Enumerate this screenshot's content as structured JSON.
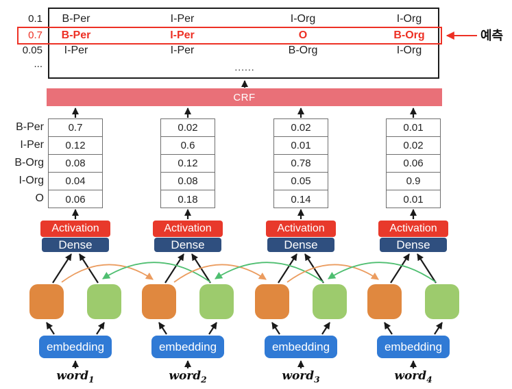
{
  "diagram_title": "BiLSTM-CRF sequence labeling diagram",
  "prediction": {
    "label": "예측"
  },
  "candidate_table": {
    "rows": [
      {
        "prob": "0.1",
        "tags": [
          "B-Per",
          "I-Per",
          "I-Org",
          "I-Org"
        ],
        "highlighted": false
      },
      {
        "prob": "0.7",
        "tags": [
          "B-Per",
          "I-Per",
          "O",
          "B-Org"
        ],
        "highlighted": true
      },
      {
        "prob": "0.05",
        "tags": [
          "I-Per",
          "I-Per",
          "B-Org",
          "I-Org"
        ],
        "highlighted": false
      }
    ],
    "ellipsis_row": {
      "prob": "...",
      "dots": "......"
    }
  },
  "crf": {
    "label": "CRF"
  },
  "scores": {
    "row_labels": [
      "B-Per",
      "I-Per",
      "B-Org",
      "I-Org",
      "O"
    ],
    "columns": [
      [
        "0.7",
        "0.12",
        "0.08",
        "0.04",
        "0.06"
      ],
      [
        "0.02",
        "0.6",
        "0.12",
        "0.08",
        "0.18"
      ],
      [
        "0.02",
        "0.01",
        "0.78",
        "0.05",
        "0.14"
      ],
      [
        "0.01",
        "0.02",
        "0.06",
        "0.9",
        "0.01"
      ]
    ]
  },
  "layers": {
    "activation": "Activation",
    "dense": "Dense",
    "embedding": "embedding"
  },
  "words": [
    {
      "text": "word",
      "sub": "1"
    },
    {
      "text": "word",
      "sub": "2"
    },
    {
      "text": "word",
      "sub": "3"
    },
    {
      "text": "word",
      "sub": "4"
    }
  ],
  "colors": {
    "highlight_red": "#ed3024",
    "crf_bar": "#e97078",
    "activation_red": "#e8392b",
    "dense_navy": "#2f4f7f",
    "lstm_forward_orange": "#e0883f",
    "lstm_backward_green": "#9dcb6d",
    "embedding_blue": "#307ad5",
    "forward_arc": "#eb9c5f",
    "backward_arc": "#4ebe70",
    "arrow_black": "#1a1a1a"
  }
}
